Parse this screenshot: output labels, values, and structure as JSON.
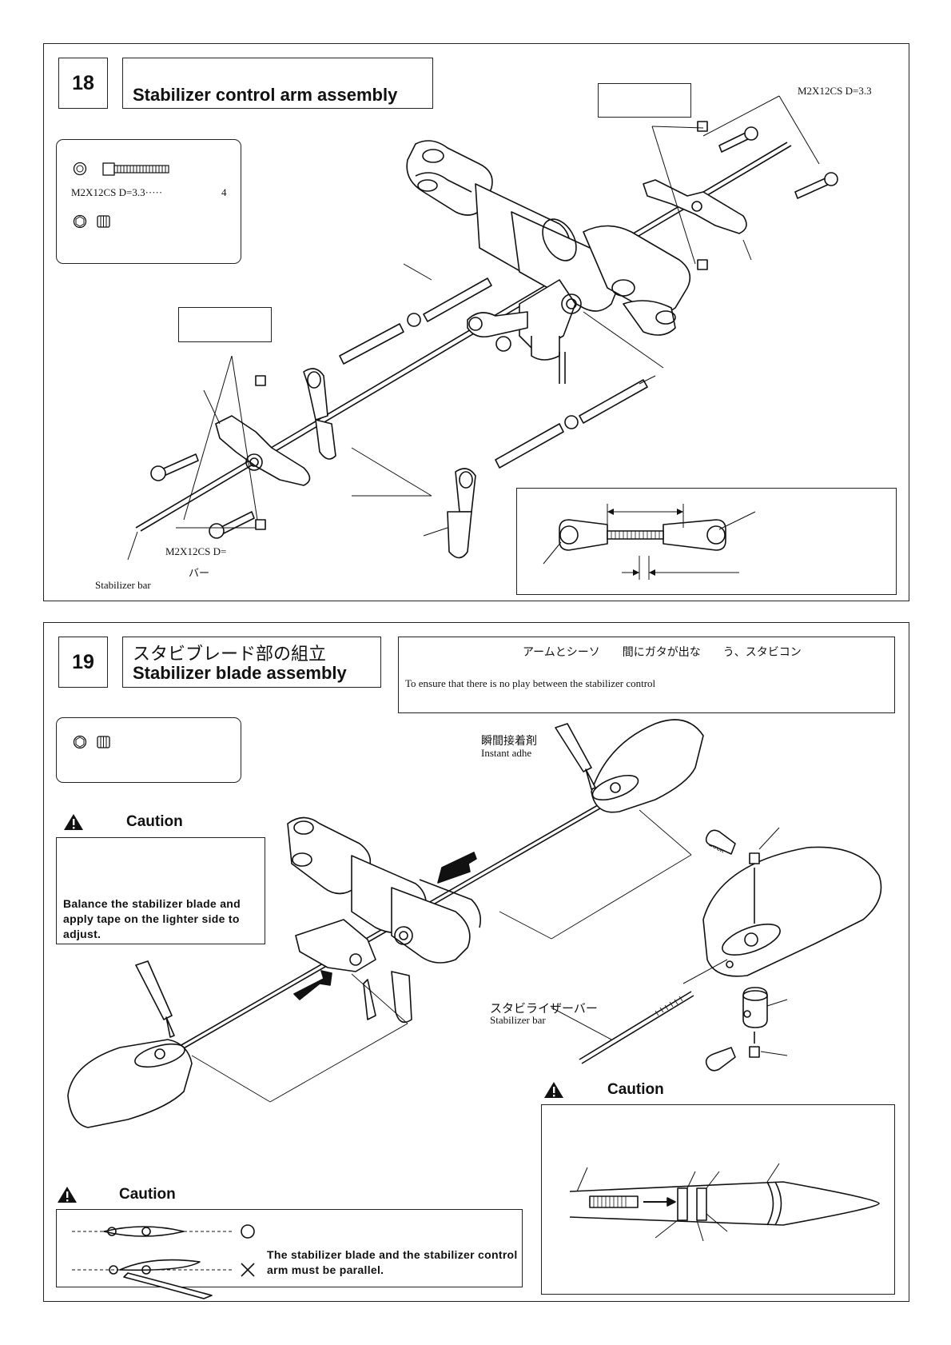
{
  "section18": {
    "number": "18",
    "title": "Stabilizer control arm assembly",
    "parts": {
      "screw_label": "M2X12CS D=3.3·····",
      "screw_qty": "4"
    },
    "callout_top_right": "M2X12CS D=3.3",
    "callout_bottom": "M2X12CS D=",
    "bar_jp": "バー",
    "bar_en": "Stabilizer bar"
  },
  "section19": {
    "number": "19",
    "title_jp": "スタビブレード部の組立",
    "title_en": "Stabilizer blade assembly",
    "note_jp": "アームとシーソ　　間にガタが出な　　う、スタビコン",
    "note_en": "To ensure that there is no play between the stabilizer control",
    "glue_jp": "瞬間接着剤",
    "glue_en": "Instant adhe",
    "caution_label": "Caution",
    "balance_note": "Balance the stabilizer blade and apply tape on the lighter side to adjust.",
    "bar_jp": "スタビライザーバー",
    "bar_en": "Stabilizer bar",
    "lock": "Lock",
    "parallel_note": "The stabilizer blade and the stabilizer control arm must be parallel."
  }
}
